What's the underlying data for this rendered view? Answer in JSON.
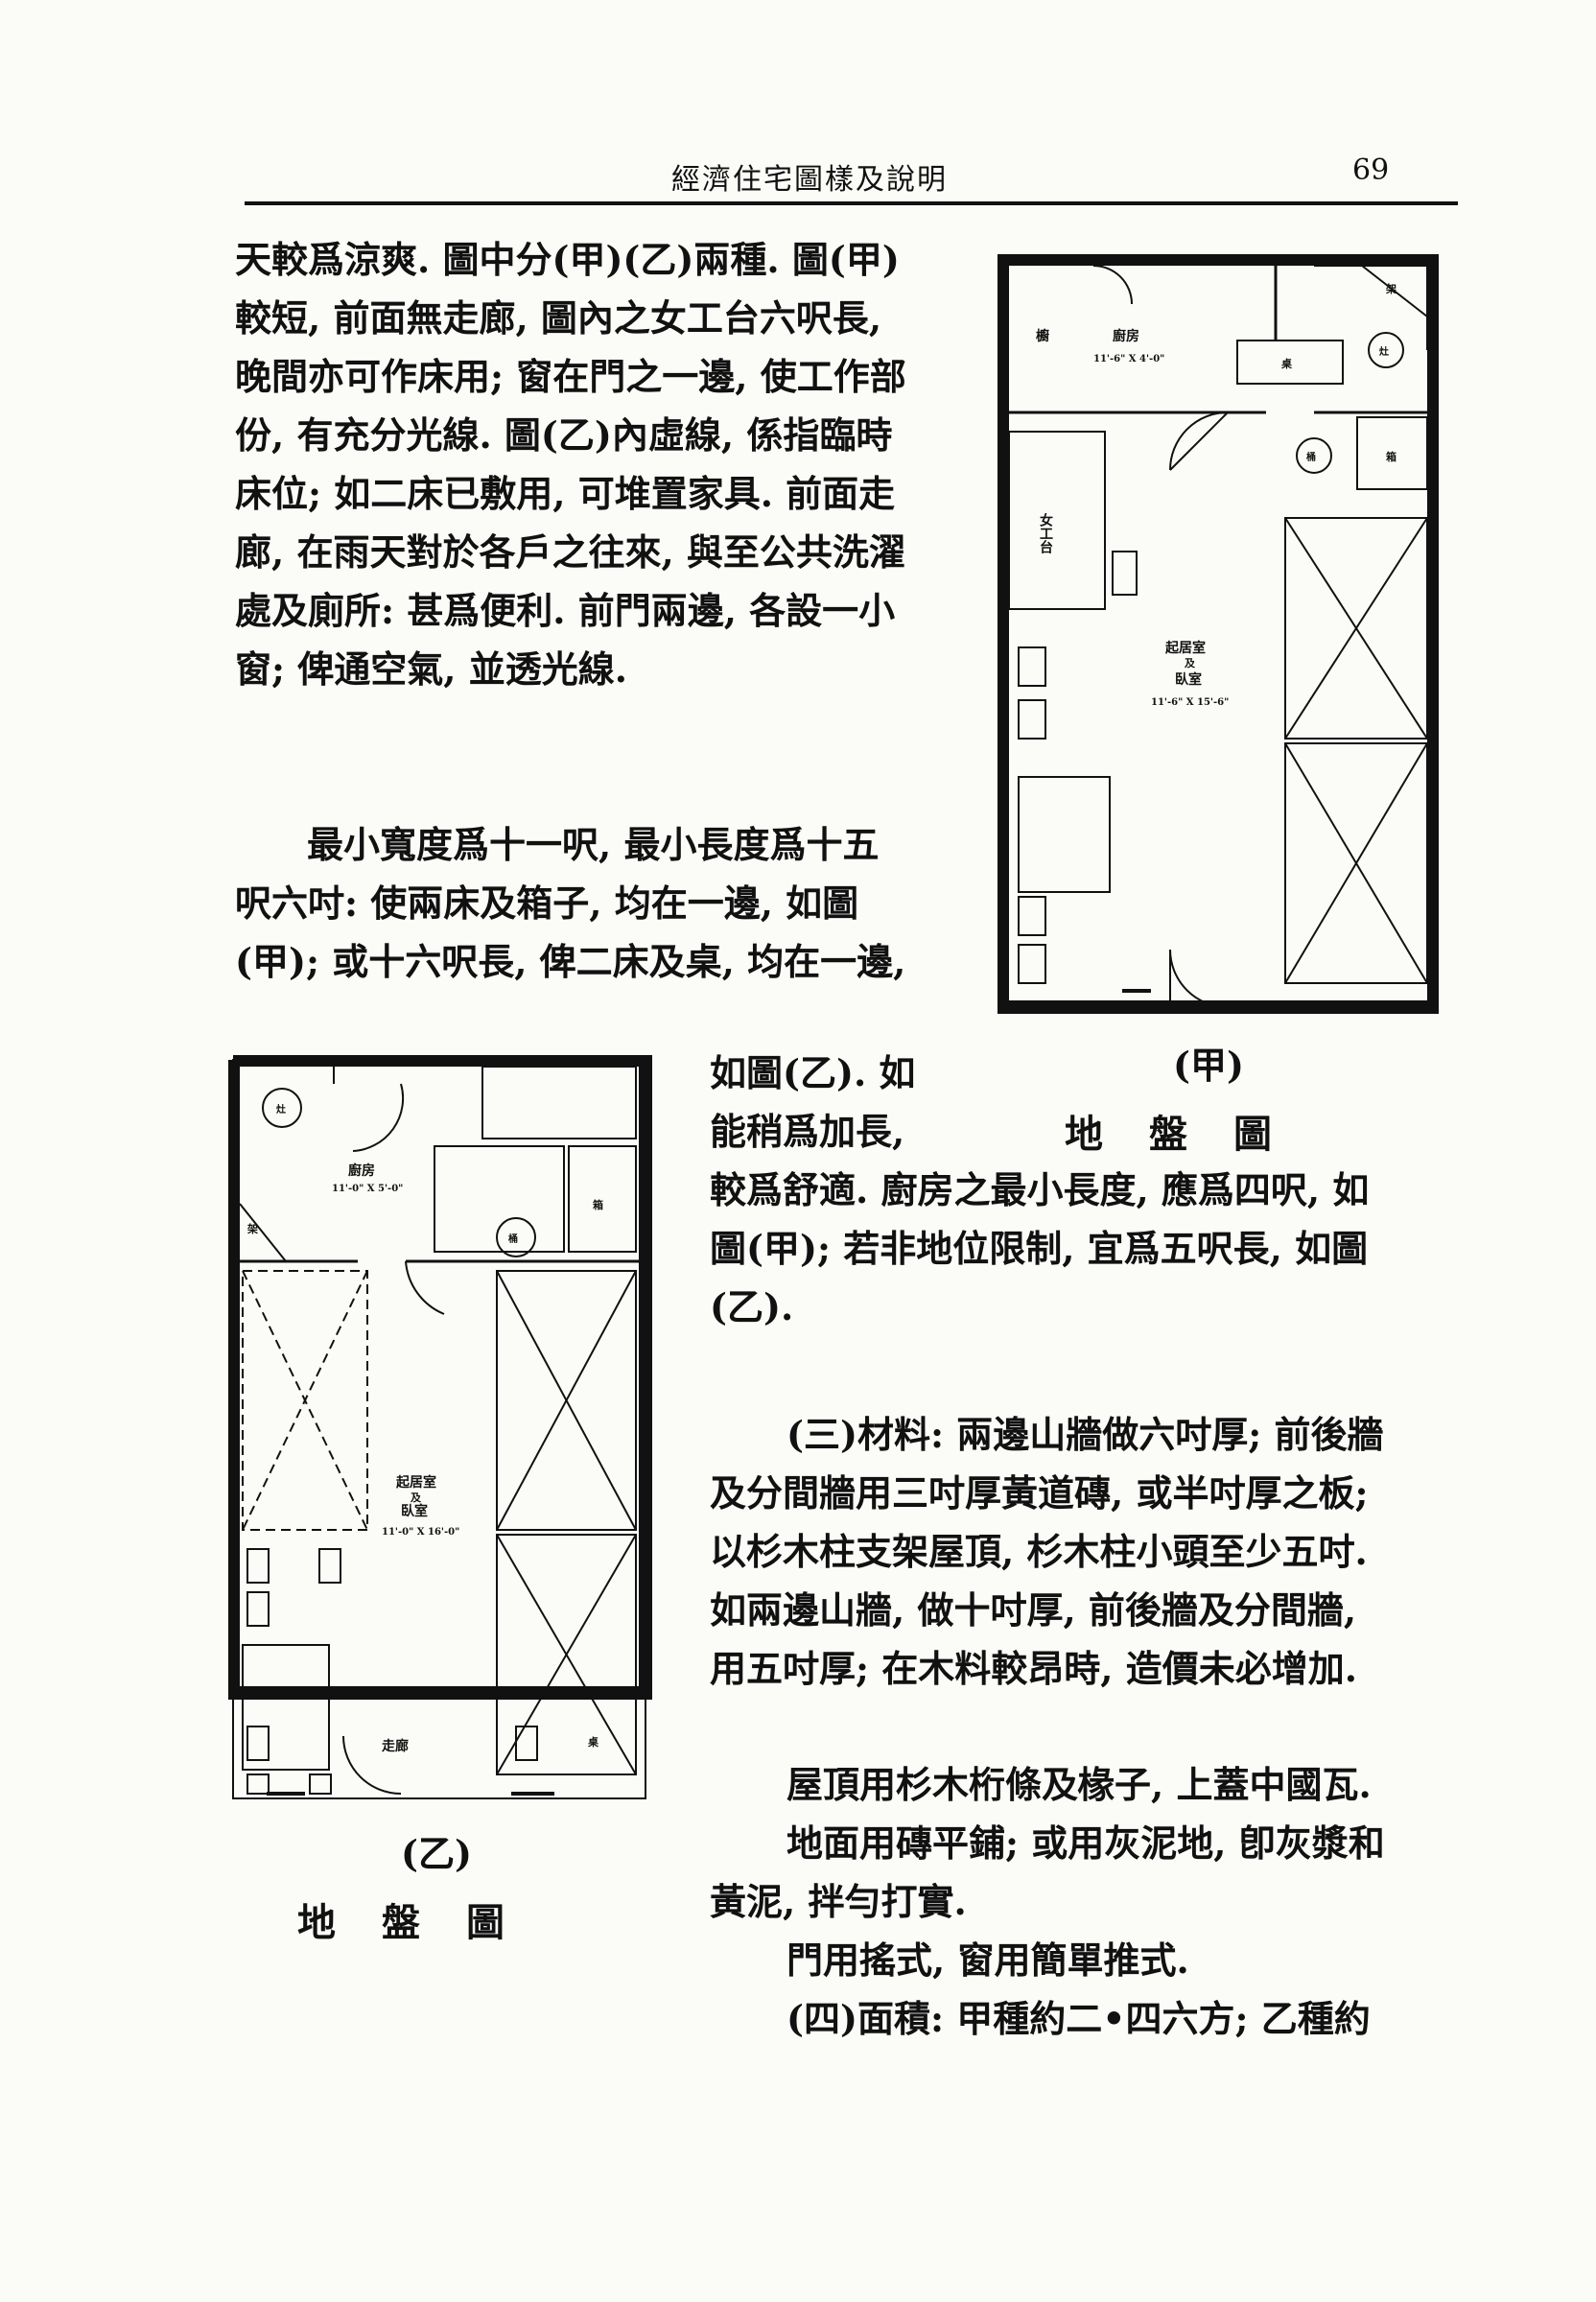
{
  "header": {
    "title": "經濟住宅圖樣及說明",
    "page_number": "69"
  },
  "text_top": [
    "天較爲涼爽. 圖中分(甲)(乙)兩種. 圖(甲)",
    "較短, 前面無走廊, 圖內之女工台六呎長,",
    "晚間亦可作床用; 窗在門之一邊, 使工作部",
    "份, 有充分光線. 圖(乙)內虛線, 係指臨時",
    "床位; 如二床已敷用, 可堆置家具. 前面走",
    "廊, 在雨天對於各戶之往來, 與至公共洗濯",
    "處及廁所: 甚爲便利. 前門兩邊, 各設一小",
    "窗; 俾通空氣, 並透光線."
  ],
  "text_mid": [
    "最小寬度爲十一呎, 最小長度爲十五",
    "呎六吋: 使兩床及箱子, 均在一邊, 如圖",
    "(甲); 或十六呎長, 俾二床及桌, 均在一邊,"
  ],
  "text_right": [
    "如圖(乙). 如",
    "能稍爲加長,",
    "較爲舒適. 廚房之最小長度, 應爲四呎, 如",
    "圖(甲); 若非地位限制, 宜爲五呎長, 如圖",
    "(乙)."
  ],
  "text_materials": [
    "(三)材料: 兩邊山牆做六吋厚; 前後牆",
    "及分間牆用三吋厚黃道磚, 或半吋厚之板;",
    "以杉木柱支架屋頂, 杉木柱小頭至少五吋.",
    "如兩邊山牆, 做十吋厚, 前後牆及分間牆,",
    "用五吋厚; 在木料較昂時, 造價未必增加."
  ],
  "text_roof": [
    "屋頂用杉木桁條及椽子, 上蓋中國瓦.",
    "地面用磚平鋪; 或用灰泥地, 卽灰漿和",
    "黃泥, 拌勻打實.",
    "門用搖式, 窗用簡單推式.",
    "(四)面積: 甲種約二•四六方; 乙種約"
  ],
  "figure_a": {
    "caption_label": "(甲)",
    "caption_title": "地盤圖",
    "labels": {
      "kitchen": "廚房",
      "kitchen_dim": "11'-6\" X 4'-0\"",
      "room": "起居室",
      "room_and": "及",
      "room2": "臥室",
      "room_dim": "11'-6\" X 15'-6\"",
      "worktable": "女工台",
      "stove": "灶",
      "water": "桶",
      "box": "箱",
      "table": "桌",
      "shelf": "架",
      "side": "櫥"
    }
  },
  "figure_b": {
    "caption_label": "(乙)",
    "caption_title": "地盤圖",
    "labels": {
      "kitchen": "廚房",
      "kitchen_dim": "11'-0\" X 5'-0\"",
      "room": "起居室",
      "room_and": "及",
      "room2": "臥室",
      "room_dim": "11'-0\" X 16'-0\"",
      "corridor": "走廊",
      "stove": "灶",
      "water": "桶",
      "box": "箱",
      "table": "桌",
      "shelf": "架"
    }
  }
}
